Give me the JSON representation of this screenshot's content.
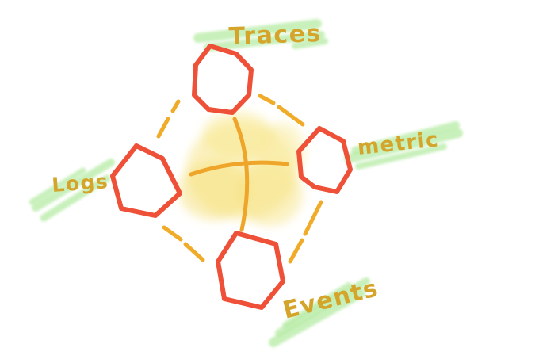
{
  "diagram": {
    "nodes": [
      {
        "id": "traces",
        "label": "Traces"
      },
      {
        "id": "metric",
        "label": "metric"
      },
      {
        "id": "logs",
        "label": "Logs"
      },
      {
        "id": "events",
        "label": "Events"
      }
    ],
    "colors": {
      "node_stroke": "#ee5038",
      "connector": "#f0ac28",
      "label_text": "#d4a52a",
      "label_highlight": "#b6eba4",
      "center_glow": "#f8e68a"
    }
  }
}
